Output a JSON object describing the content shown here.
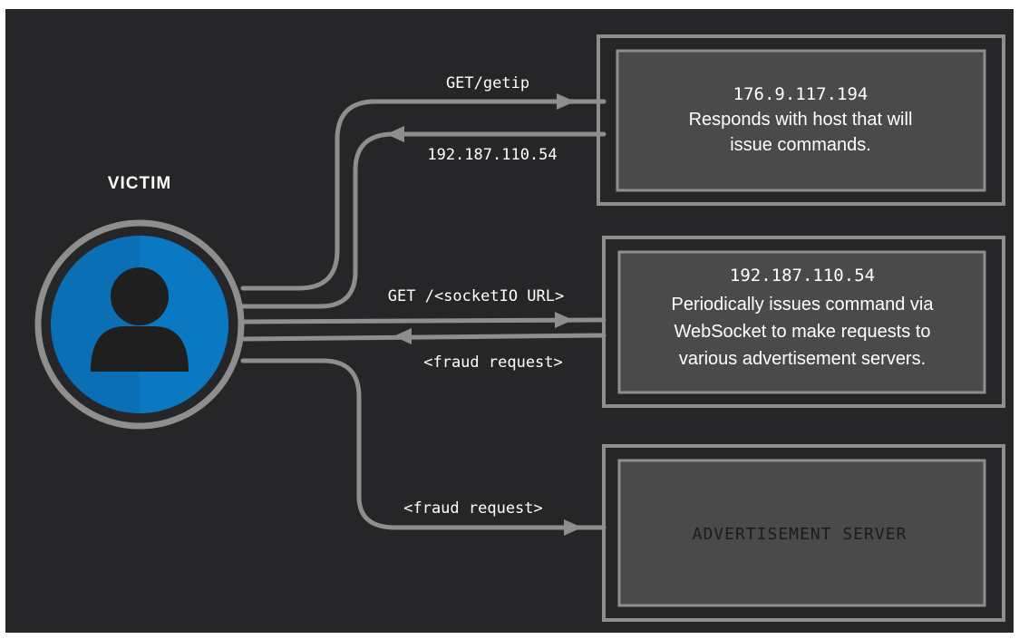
{
  "diagram": {
    "background": "#262628",
    "victim": {
      "label": "VICTIM",
      "avatar_icon": "user-icon",
      "circle_color": "#0a6fb5"
    },
    "servers": [
      {
        "ip": "176.9.117.194",
        "description_lines": [
          "Responds with host that will",
          "issue commands."
        ]
      },
      {
        "ip": "192.187.110.54",
        "description_lines": [
          "Periodically issues command via",
          "WebSocket to make requests to",
          "various advertisement servers."
        ]
      },
      {
        "name": "ADVERTISEMENT SERVER"
      }
    ],
    "arrows": {
      "get_getip": "GET/getip",
      "resp_ip": "192.187.110.54",
      "get_socketio": "GET /<socketIO URL>",
      "fraud_request_back": "<fraud request>",
      "fraud_request_ad": "<fraud request>"
    },
    "colors": {
      "line": "#8c8f8d",
      "box_fill": "#4a4a4b",
      "box_border": "#8c8f8d",
      "text": "#ffffff",
      "ad_text": "#1c1c1c"
    }
  }
}
